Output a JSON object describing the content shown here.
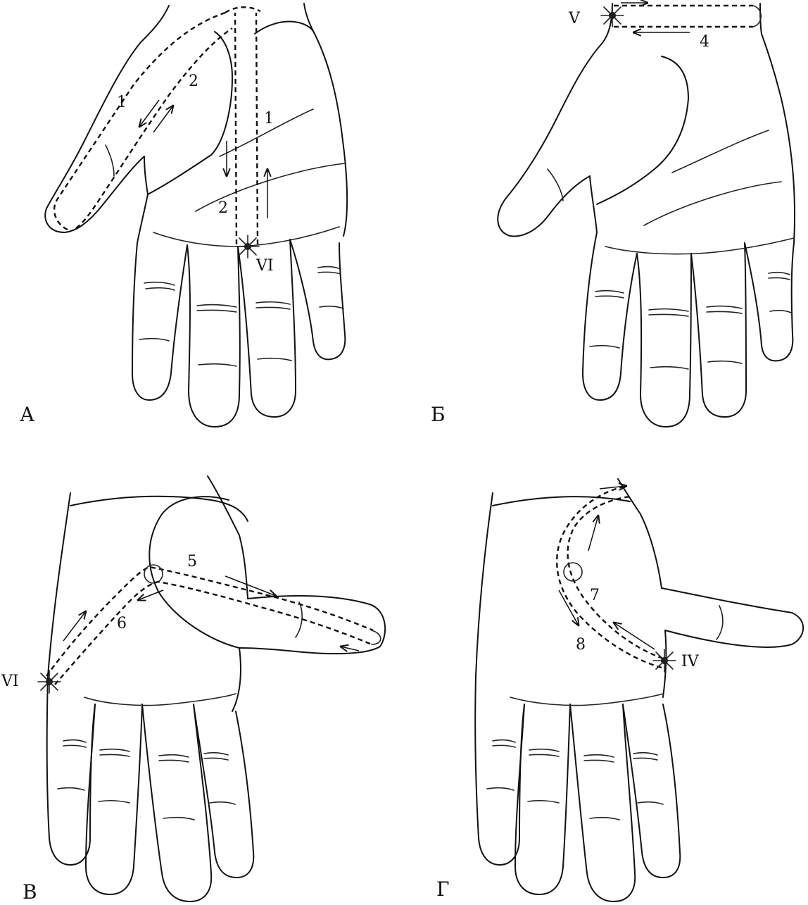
{
  "panels": [
    {
      "letter": "А",
      "point": "VI",
      "labels": [
        "1",
        "2",
        "1",
        "2"
      ]
    },
    {
      "letter": "Б",
      "point": "V",
      "labels": [
        "4"
      ]
    },
    {
      "letter": "В",
      "point": "VI",
      "labels": [
        "5",
        "6"
      ]
    },
    {
      "letter": "Г",
      "point": "IV",
      "labels": [
        "7",
        "8"
      ]
    }
  ]
}
